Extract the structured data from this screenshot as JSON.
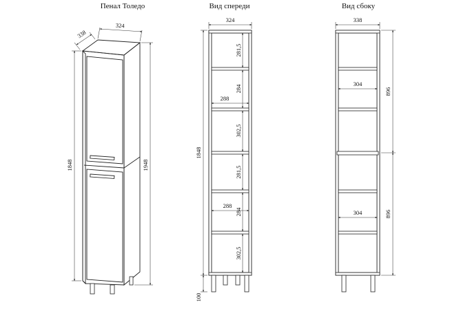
{
  "views": {
    "iso": {
      "title": "Пенал Толедо",
      "dims": {
        "depth": "338",
        "width": "324",
        "height_body": "1848",
        "height_total": "1948"
      }
    },
    "front": {
      "title": "Вид спереди",
      "dims": {
        "width": "324",
        "height": "1848",
        "leg": "100",
        "inner_1": "288",
        "inner_2": "288",
        "gaps": [
          "281,5",
          "284",
          "302,5",
          "281,5",
          "284",
          "302,5"
        ]
      }
    },
    "side": {
      "title": "Вид сбоку",
      "dims": {
        "depth": "338",
        "upper": "896",
        "lower": "896",
        "shelf_1": "304",
        "shelf_2": "304"
      }
    }
  },
  "colors": {
    "line": "#222222",
    "background": "#ffffff"
  }
}
